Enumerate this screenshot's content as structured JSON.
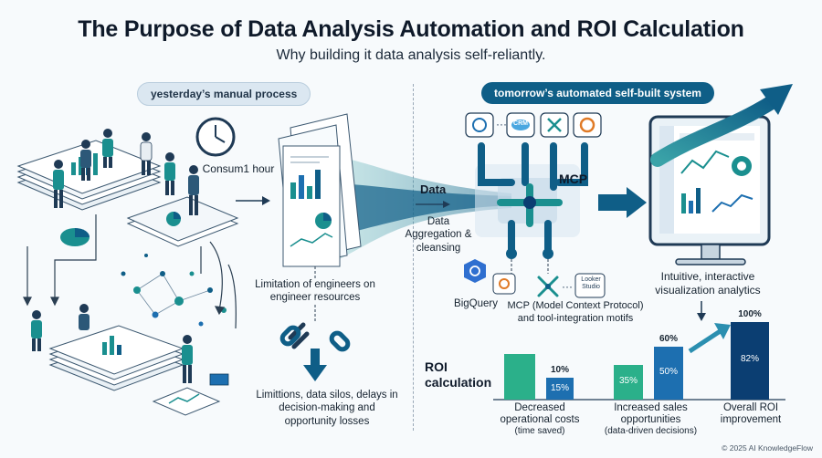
{
  "header": {
    "title": "The Purpose of Data Analysis Automation and ROI Calculation",
    "subtitle": "Why building it data analysis self-reliantly."
  },
  "left": {
    "pill": "yesterday’s manual process",
    "time_label": "Consum1 hour",
    "limitation_label": "Limitation of engineers on engineer resources",
    "issues_label": "Limittions, data silos, delays in decision-making and opportunity losses"
  },
  "center": {
    "data_label": "Data",
    "aggregation_label": "Data Aggregation & cleansing"
  },
  "right": {
    "pill": "tomorrow’s automated self-built system",
    "mcp_label": "MCP",
    "crm_badge": "CRM",
    "bigquery_label": "BigQuery",
    "looker_label": "Looker Studio",
    "mcp_desc": "MCP (Model Context Protocol) and tool-integration motifs",
    "viz_label": "Intuitive, interactive visualization analytics"
  },
  "roi": {
    "label": "ROI calculation",
    "groups": [
      {
        "name": "Decreased operational costs",
        "note": "(time saved)",
        "bars": [
          {
            "pct": "",
            "label": "10%"
          },
          {
            "pct": "15%",
            "label": ""
          }
        ]
      },
      {
        "name": "Increased sales opportunities",
        "note": "(data-driven decisions)",
        "bars": [
          {
            "pct": "35%",
            "label": ""
          },
          {
            "pct": "50%",
            "label": "60%"
          }
        ]
      },
      {
        "name": "Overall ROI improvement",
        "note": "",
        "bars": [
          {
            "pct": "82%",
            "label": "100%"
          }
        ]
      }
    ]
  },
  "footer": {
    "copyright": "© 2025 AI KnowledgeFlow"
  },
  "colors": {
    "teal": "#1a8f8f",
    "navy": "#0f5e87",
    "bar_green": "#2bb08a",
    "bar_blue": "#1d6fb0",
    "bar_navy": "#0b3e72"
  }
}
